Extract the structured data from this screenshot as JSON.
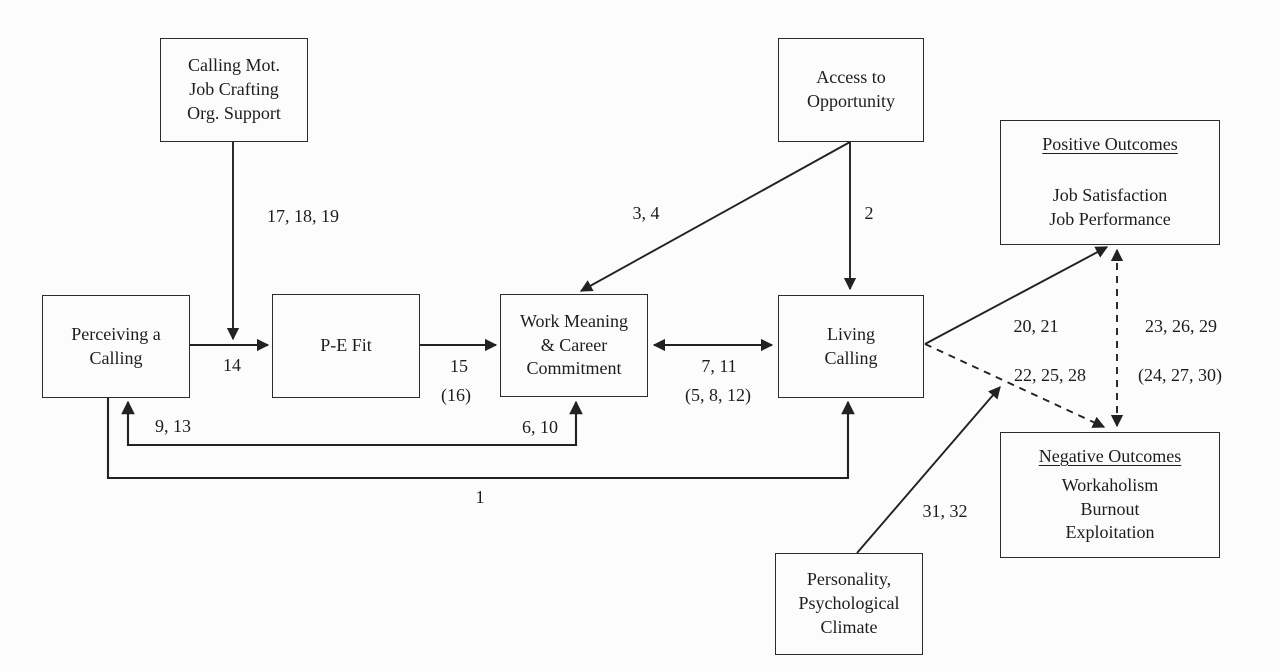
{
  "figure": {
    "background_color": "#fcfcfc",
    "ink_color": "#222222",
    "boxes": {
      "antecedents": {
        "lines": [
          "Calling Mot.",
          "Job Crafting",
          "Org. Support"
        ]
      },
      "access": {
        "lines": [
          "Access to",
          "Opportunity"
        ]
      },
      "positive": {
        "title": "Positive Outcomes",
        "lines": [
          "Job Satisfaction",
          "Job Performance"
        ]
      },
      "perceiving": {
        "lines": [
          "Perceiving a",
          "Calling"
        ]
      },
      "pe_fit": {
        "lines": [
          "P-E Fit"
        ]
      },
      "work_meaning": {
        "lines": [
          "Work Meaning",
          "& Career",
          "Commitment"
        ]
      },
      "living": {
        "lines": [
          "Living",
          "Calling"
        ]
      },
      "negative": {
        "title": "Negative Outcomes",
        "lines": [
          "Workaholism",
          "Burnout",
          "Exploitation"
        ]
      },
      "personality": {
        "lines": [
          "Personality,",
          "Psychological",
          "Climate"
        ]
      }
    },
    "edge_labels": {
      "mod_antecedents_on_14": "17, 18, 19",
      "perceiving_to_pefit": "14",
      "pefit_to_workmeaning": "15",
      "pefit_to_workmeaning_alt": "(16)",
      "access_to_workmeaning": "3, 4",
      "access_to_living": "2",
      "workmeaning_living": "7, 11",
      "workmeaning_living_alt": "(5, 8, 12)",
      "feedback_left": "9, 13",
      "feedback_right": "6, 10",
      "perceiving_to_living": "1",
      "living_to_positive": "20, 21",
      "living_to_negative": "22, 25, 28",
      "positive_negative": "23, 26, 29",
      "positive_negative_alt": "(24, 27, 30)",
      "mod_personality": "31, 32"
    }
  }
}
